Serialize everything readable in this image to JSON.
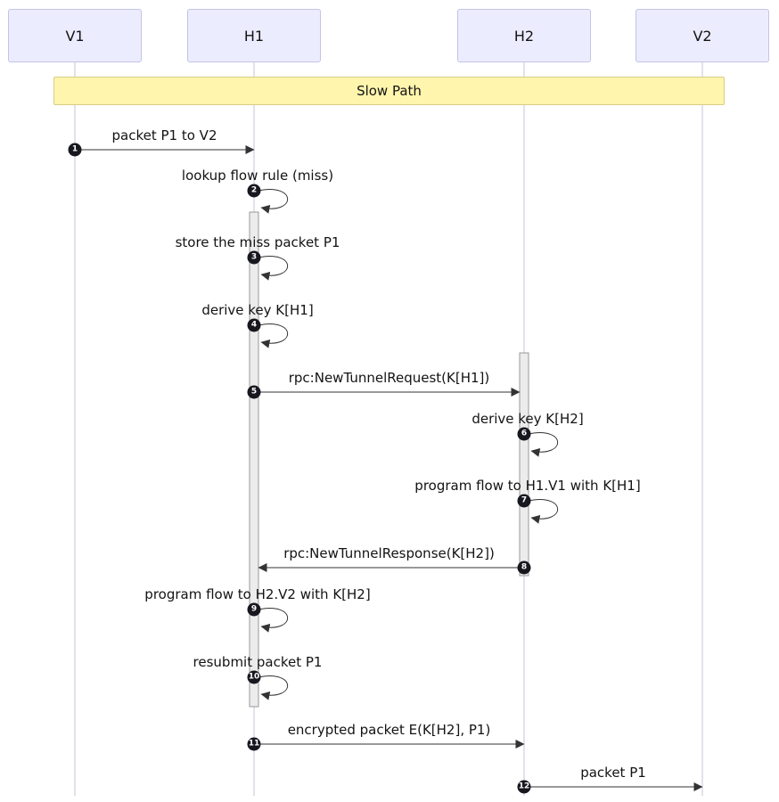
{
  "diagram": {
    "type": "sequence",
    "participants": [
      {
        "id": "V1",
        "label": "V1"
      },
      {
        "id": "H1",
        "label": "H1"
      },
      {
        "id": "H2",
        "label": "H2"
      },
      {
        "id": "V2",
        "label": "V2"
      }
    ],
    "band": {
      "label": "Slow Path"
    },
    "steps": [
      {
        "n": "1",
        "type": "message",
        "from": "V1",
        "to": "H1",
        "label": "packet P1 to V2"
      },
      {
        "n": "2",
        "type": "self",
        "on": "H1",
        "label": "lookup flow rule (miss)"
      },
      {
        "n": "3",
        "type": "self",
        "on": "H1",
        "label": "store the miss packet P1"
      },
      {
        "n": "4",
        "type": "self",
        "on": "H1",
        "label": "derive key K[H1]"
      },
      {
        "n": "5",
        "type": "message",
        "from": "H1",
        "to": "H2",
        "label": "rpc:NewTunnelRequest(K[H1])"
      },
      {
        "n": "6",
        "type": "self",
        "on": "H2",
        "label": "derive key K[H2]"
      },
      {
        "n": "7",
        "type": "self",
        "on": "H2",
        "label": "program flow to H1.V1 with K[H1]"
      },
      {
        "n": "8",
        "type": "message",
        "from": "H2",
        "to": "H1",
        "label": "rpc:NewTunnelResponse(K[H2])"
      },
      {
        "n": "9",
        "type": "self",
        "on": "H1",
        "label": "program flow to H2.V2 with K[H2]"
      },
      {
        "n": "10",
        "type": "self",
        "on": "H1",
        "label": "resubmit packet P1"
      },
      {
        "n": "11",
        "type": "message",
        "from": "H1",
        "to": "H2",
        "label": "encrypted packet E(K[H2], P1)"
      },
      {
        "n": "12",
        "type": "message",
        "from": "H2",
        "to": "V2",
        "label": "packet P1"
      }
    ],
    "activations": [
      {
        "on": "H1",
        "from_step": "2",
        "to_step": "10"
      },
      {
        "on": "H2",
        "from_step": "5",
        "to_step": "8"
      }
    ],
    "colors": {
      "actor_fill": "#ECECFF",
      "actor_border": "#c3c3e6",
      "band_fill": "#FFF5AD",
      "band_border": "#d6ce87",
      "lifeline": "#c4c4d8",
      "activation_fill": "#ececec",
      "activation_border": "#999999",
      "marker_fill": "#17171f",
      "marker_text": "#ffffff",
      "arrow": "#333333",
      "text": "#131313"
    }
  }
}
